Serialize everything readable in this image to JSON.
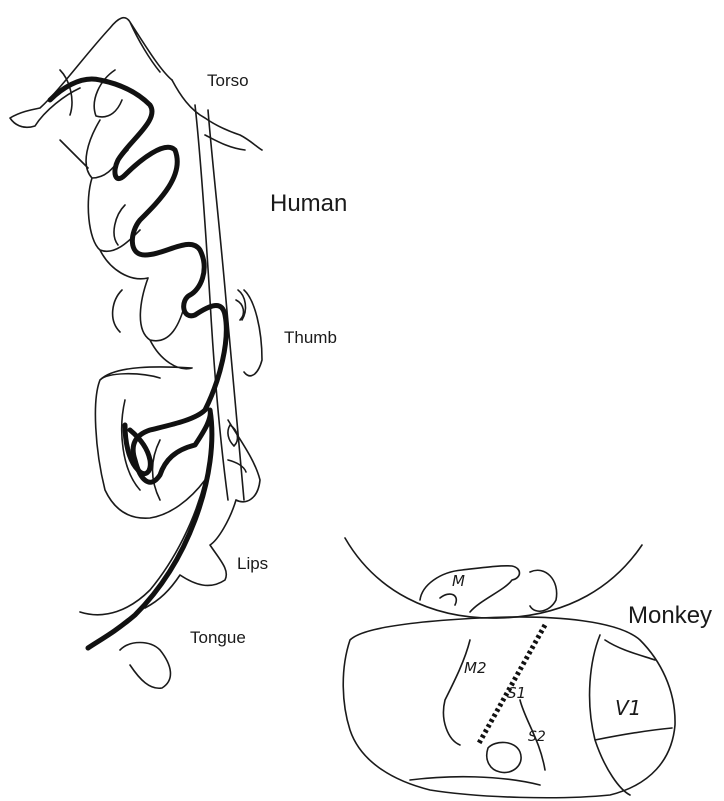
{
  "human": {
    "title": "Human",
    "labels": {
      "torso": "Torso",
      "thumb": "Thumb",
      "lips": "Lips",
      "tongue": "Tongue"
    }
  },
  "monkey": {
    "title": "Monkey",
    "areas": {
      "m": "M",
      "m2": "M2",
      "s1": "S1",
      "s2": "S2",
      "v1": "V1"
    }
  }
}
